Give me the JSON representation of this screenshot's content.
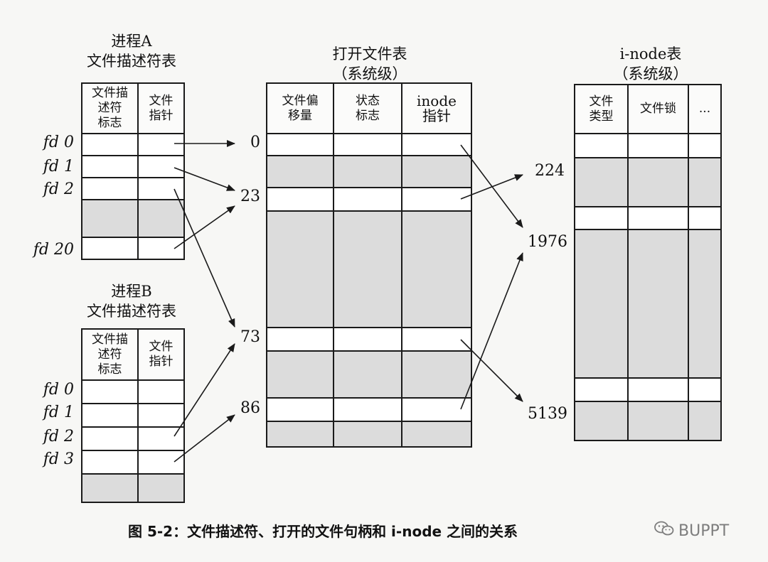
{
  "processA": {
    "title_line1": "进程A",
    "title_line2": "文件描述符表",
    "header_col1": "文件描\n述符\n标志",
    "header_col2": "文件\n指针",
    "fd_labels": [
      "fd 0",
      "fd 1",
      "fd 2",
      "fd 20"
    ]
  },
  "processB": {
    "title_line1": "进程B",
    "title_line2": "文件描述符表",
    "header_col1": "文件描\n述符\n标志",
    "header_col2": "文件\n指针",
    "fd_labels": [
      "fd 0",
      "fd 1",
      "fd 2",
      "fd 3"
    ]
  },
  "open_file_table": {
    "title_line1": "打开文件表",
    "title_line2": "（系统级）",
    "headers": [
      "文件偏\n移量",
      "状态\n标志",
      "inode\n指针"
    ],
    "index_labels": [
      "0",
      "23",
      "73",
      "86"
    ]
  },
  "inode_table": {
    "title_line1": "i-node表",
    "title_line2": "（系统级）",
    "headers": [
      "文件\n类型",
      "文件锁",
      "..."
    ],
    "index_labels": [
      "224",
      "1976",
      "5139"
    ]
  },
  "caption": "图 5-2：文件描述符、打开的文件句柄和 i-node 之间的关系",
  "watermark": "BUPPT",
  "colors": {
    "line": "#1a1a1a",
    "cell_shade": "#dcdcdc",
    "cell_white": "#ffffff"
  }
}
